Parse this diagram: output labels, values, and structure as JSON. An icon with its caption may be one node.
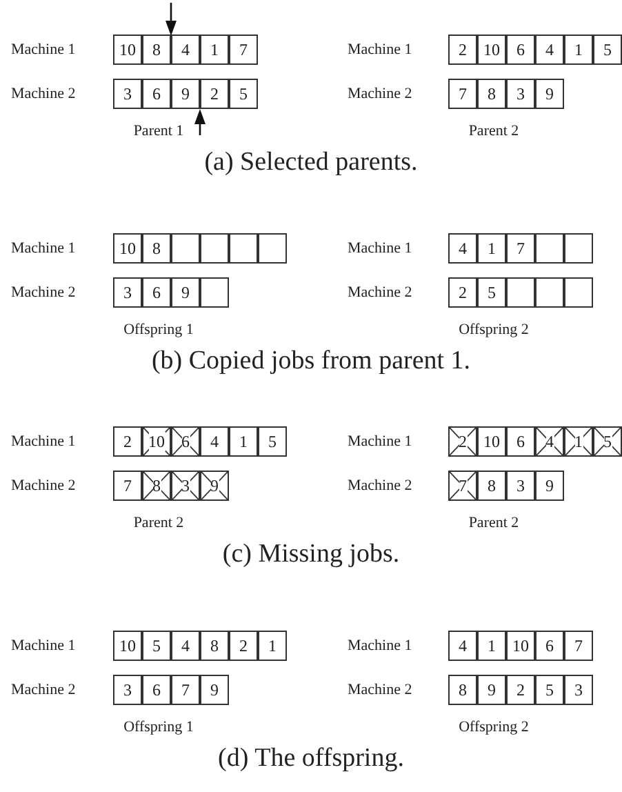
{
  "diagram": {
    "nodes": [
      {
        "text": [
          "10"
        ]
      },
      {
        "text": [
          "8"
        ]
      },
      {
        "text": [
          "4"
        ]
      },
      {
        "text": [
          "1"
        ]
      },
      {
        "text": [
          "7"
        ]
      },
      {
        "text": [
          "3"
        ]
      },
      {
        "text": [
          "6"
        ]
      },
      {
        "text": [
          "9"
        ]
      },
      {
        "text": [
          "2"
        ]
      },
      {
        "text": [
          "5"
        ]
      },
      {
        "text": [
          "2"
        ]
      },
      {
        "text": [
          "10"
        ]
      },
      {
        "text": [
          "6"
        ]
      },
      {
        "text": [
          "4"
        ]
      },
      {
        "text": [
          "1"
        ]
      },
      {
        "text": [
          "5"
        ]
      },
      {
        "text": [
          "7"
        ]
      },
      {
        "text": [
          "8"
        ]
      },
      {
        "text": [
          "3"
        ]
      },
      {
        "text": [
          "9"
        ]
      },
      {
        "text": [
          "10"
        ]
      },
      {
        "text": [
          "8"
        ]
      },
      {
        "text": [],
        "shape": "box"
      },
      {
        "text": [],
        "shape": "box"
      },
      {
        "text": [],
        "shape": "box"
      },
      {
        "text": [],
        "shape": "box"
      },
      {
        "text": [
          "3"
        ]
      },
      {
        "text": [
          "6"
        ]
      },
      {
        "text": [
          "9"
        ]
      },
      {
        "text": [],
        "shape": "box"
      },
      {
        "text": [
          "4"
        ]
      },
      {
        "text": [
          "1"
        ]
      },
      {
        "text": [
          "7"
        ]
      },
      {
        "text": [],
        "shape": "box"
      },
      {
        "text": [],
        "shape": "box"
      },
      {
        "text": [
          "2"
        ]
      },
      {
        "text": [
          "5"
        ]
      },
      {
        "text": [],
        "shape": "box"
      },
      {
        "text": [],
        "shape": "box"
      },
      {
        "text": [],
        "shape": "box"
      },
      {
        "text": [
          "2"
        ]
      },
      {
        "text": [
          "10"
        ]
      },
      {
        "text": [
          "6"
        ]
      },
      {
        "text": [
          "4"
        ]
      },
      {
        "text": [
          "1"
        ]
      },
      {
        "text": [
          "5"
        ]
      },
      {
        "text": [
          "7"
        ]
      },
      {
        "text": [
          "8"
        ]
      },
      {
        "text": [
          "3"
        ]
      },
      {
        "text": [
          "9"
        ]
      },
      {
        "text": [
          "2"
        ]
      },
      {
        "text": [
          "10"
        ]
      },
      {
        "text": [
          "6"
        ]
      },
      {
        "text": [
          "4"
        ]
      },
      {
        "text": [
          "1"
        ]
      },
      {
        "text": [
          "5"
        ]
      },
      {
        "text": [
          "7"
        ]
      },
      {
        "text": [
          "8"
        ]
      },
      {
        "text": [
          "3"
        ]
      },
      {
        "text": [
          "9"
        ]
      },
      {
        "text": [
          "10"
        ]
      },
      {
        "text": [
          "5"
        ]
      },
      {
        "text": [
          "4"
        ]
      },
      {
        "text": [
          "8"
        ]
      },
      {
        "text": [
          "2"
        ]
      },
      {
        "text": [
          "1"
        ]
      },
      {
        "text": [
          "3"
        ]
      },
      {
        "text": [
          "6"
        ]
      },
      {
        "text": [
          "7"
        ]
      },
      {
        "text": [
          "9"
        ]
      },
      {
        "text": [
          "4"
        ]
      },
      {
        "text": [
          "1"
        ]
      },
      {
        "text": [
          "10"
        ]
      },
      {
        "text": [
          "6"
        ]
      },
      {
        "text": [
          "7"
        ]
      },
      {
        "text": [
          "8"
        ]
      },
      {
        "text": [
          "9"
        ]
      },
      {
        "text": [
          "2"
        ]
      },
      {
        "text": [
          "5"
        ]
      },
      {
        "text": [
          "3"
        ]
      }
    ],
    "labels": [
      "Machine 1",
      "Machine 1",
      "Machine 2",
      "Machine 2",
      "Parent 1",
      "Parent 2",
      "(a) Selected parents.",
      "Machine 1",
      "Machine 1",
      "Machine 2",
      "Machine 2",
      "Offspring 1",
      "Offspring 2",
      "(b) Copied jobs from parent 1.",
      "Machine 1",
      "Machine 1",
      "Machine 2",
      "Machine 2",
      "Parent 2",
      "Parent 2",
      "(c) Missing jobs.",
      "Machine 1",
      "Machine 1",
      "Machine 2",
      "Machine 2",
      "Offspring 1",
      "Offspring 2",
      "(d) The offspring."
    ]
  }
}
